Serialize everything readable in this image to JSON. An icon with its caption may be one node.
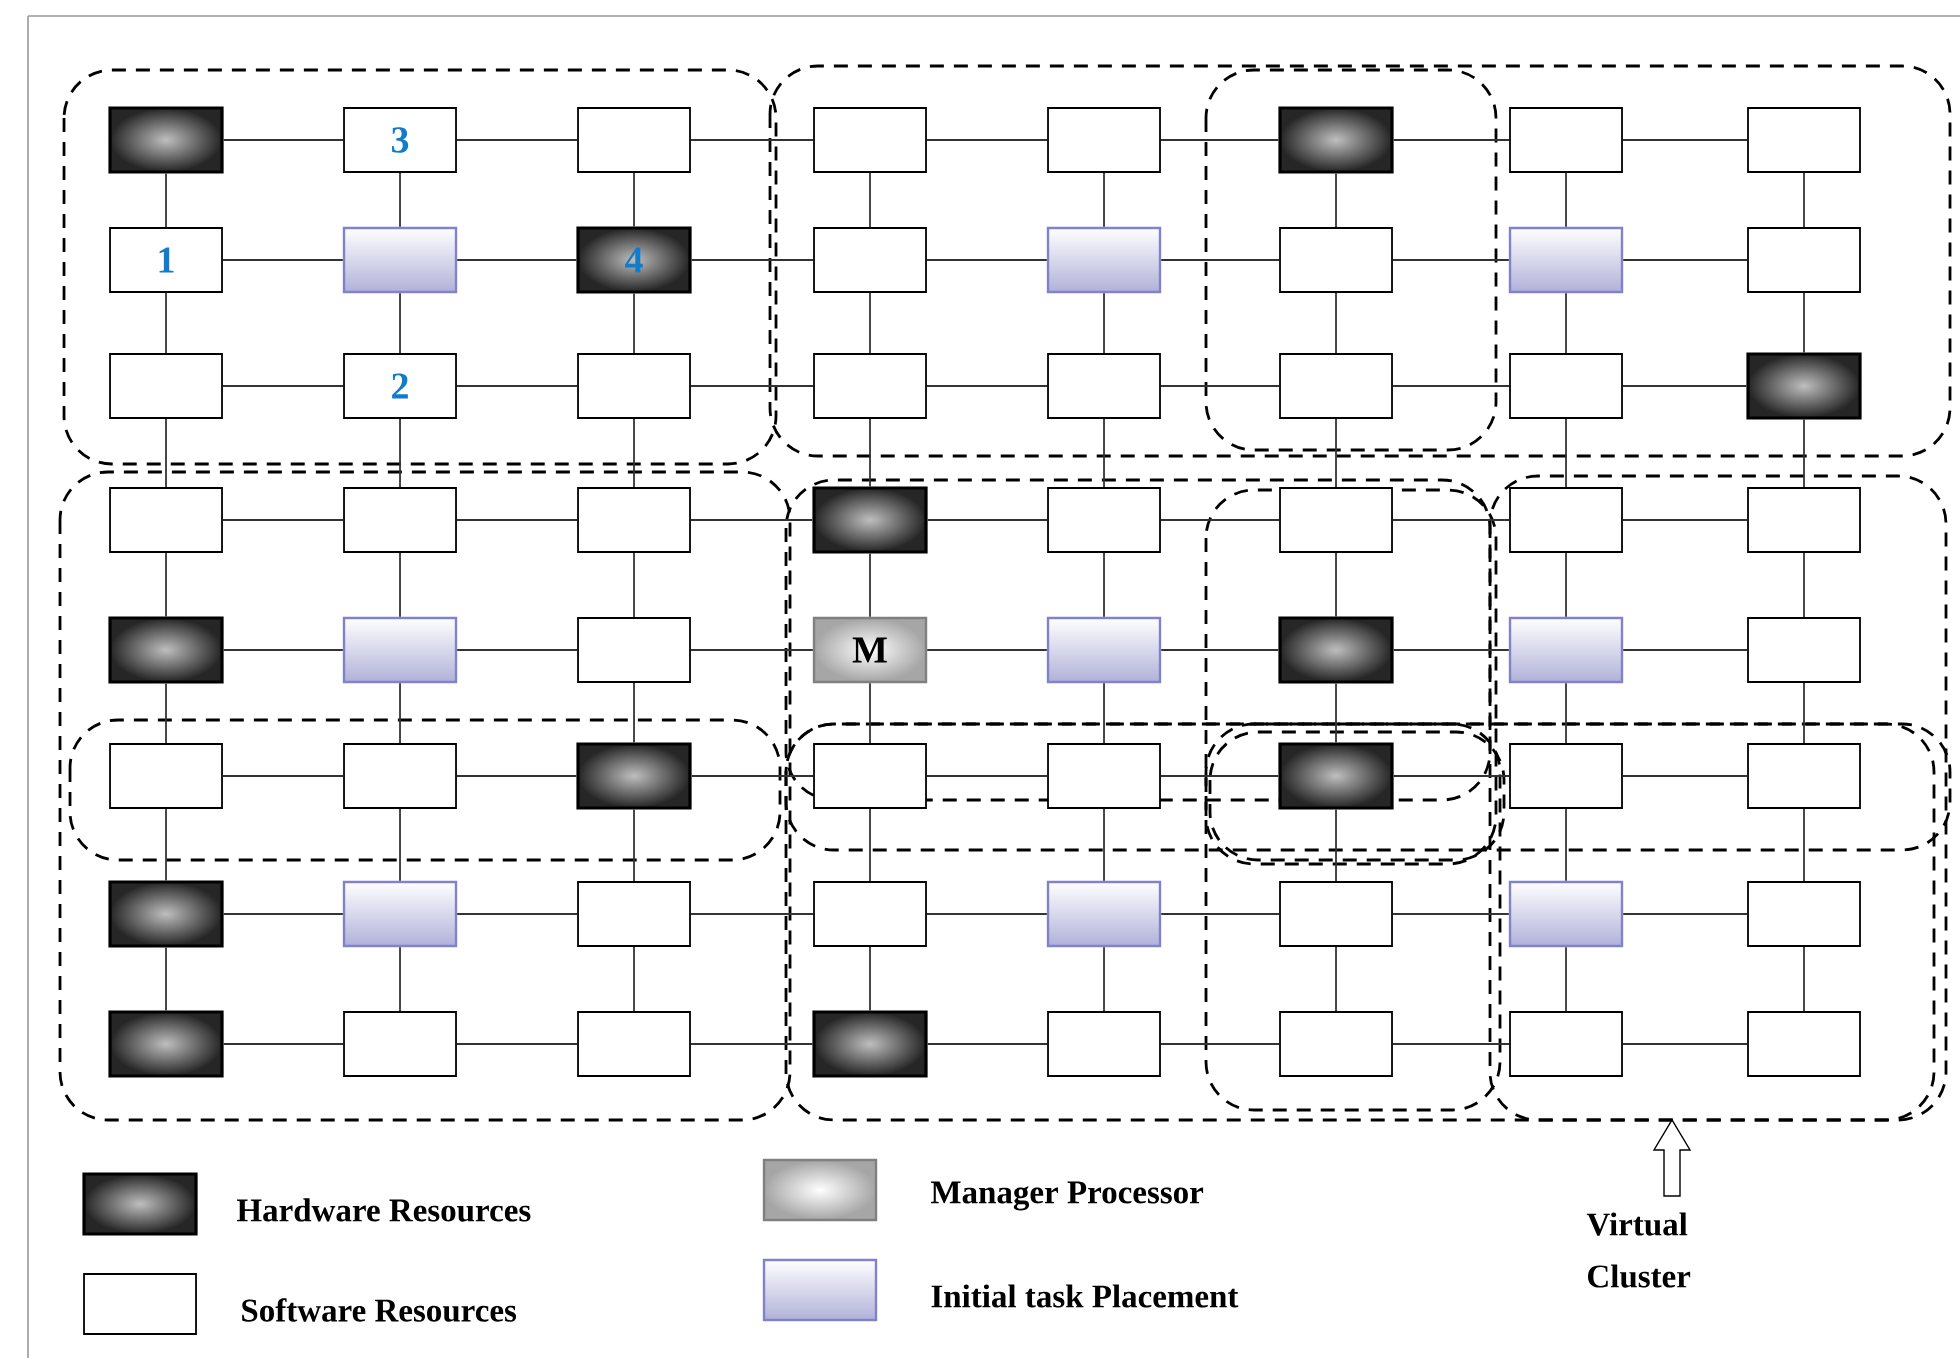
{
  "diagram": {
    "nodes": [
      {
        "text": [],
        "shape": "box"
      },
      {
        "text": [
          "3"
        ]
      },
      {
        "text": [],
        "shape": "box"
      },
      {
        "text": [],
        "shape": "box"
      },
      {
        "text": [],
        "shape": "box"
      },
      {
        "text": [],
        "shape": "box"
      },
      {
        "text": [],
        "shape": "box"
      },
      {
        "text": [],
        "shape": "box"
      },
      {
        "text": [
          "1"
        ]
      },
      {
        "text": [],
        "shape": "box"
      },
      {
        "text": [
          "4"
        ]
      },
      {
        "text": [],
        "shape": "box"
      },
      {
        "text": [],
        "shape": "box"
      },
      {
        "text": [],
        "shape": "box"
      },
      {
        "text": [],
        "shape": "box"
      },
      {
        "text": [],
        "shape": "box"
      },
      {
        "text": [],
        "shape": "box"
      },
      {
        "text": [
          "2"
        ]
      },
      {
        "text": [],
        "shape": "box"
      },
      {
        "text": [],
        "shape": "box"
      },
      {
        "text": [],
        "shape": "box"
      },
      {
        "text": [],
        "shape": "box"
      },
      {
        "text": [],
        "shape": "box"
      },
      {
        "text": [],
        "shape": "box"
      },
      {
        "text": [],
        "shape": "box"
      },
      {
        "text": [],
        "shape": "box"
      },
      {
        "text": [],
        "shape": "box"
      },
      {
        "text": [],
        "shape": "box"
      },
      {
        "text": [],
        "shape": "box"
      },
      {
        "text": [],
        "shape": "box"
      },
      {
        "text": [],
        "shape": "box"
      },
      {
        "text": [],
        "shape": "box"
      },
      {
        "text": [],
        "shape": "box"
      },
      {
        "text": [],
        "shape": "box"
      },
      {
        "text": [],
        "shape": "box"
      },
      {
        "text": [
          "M"
        ]
      },
      {
        "text": [],
        "shape": "box"
      },
      {
        "text": [],
        "shape": "box"
      },
      {
        "text": [],
        "shape": "box"
      },
      {
        "text": [],
        "shape": "box"
      },
      {
        "text": [],
        "shape": "box"
      },
      {
        "text": [],
        "shape": "box"
      },
      {
        "text": [],
        "shape": "box"
      },
      {
        "text": [],
        "shape": "box"
      },
      {
        "text": [],
        "shape": "box"
      },
      {
        "text": [],
        "shape": "box"
      },
      {
        "text": [],
        "shape": "box"
      },
      {
        "text": [],
        "shape": "box"
      },
      {
        "text": [],
        "shape": "box"
      },
      {
        "text": [],
        "shape": "box"
      },
      {
        "text": [],
        "shape": "box"
      },
      {
        "text": [],
        "shape": "box"
      },
      {
        "text": [],
        "shape": "box"
      },
      {
        "text": [],
        "shape": "box"
      },
      {
        "text": [],
        "shape": "box"
      },
      {
        "text": [],
        "shape": "box"
      },
      {
        "text": [],
        "shape": "box"
      },
      {
        "text": [],
        "shape": "box"
      },
      {
        "text": [],
        "shape": "box"
      },
      {
        "text": [],
        "shape": "box"
      },
      {
        "text": [],
        "shape": "box"
      },
      {
        "text": [],
        "shape": "box"
      },
      {
        "text": [],
        "shape": "box"
      },
      {
        "text": [],
        "shape": "box"
      }
    ],
    "edges": [
      {
        "from": 0,
        "to": 1,
        "arrow": "none"
      },
      {
        "from": 1,
        "to": 2,
        "arrow": "none"
      },
      {
        "from": 2,
        "to": 3,
        "arrow": "none"
      },
      {
        "from": 3,
        "to": 4,
        "arrow": "none"
      },
      {
        "from": 4,
        "to": 5,
        "arrow": "none"
      },
      {
        "from": 5,
        "to": 6,
        "arrow": "none"
      },
      {
        "from": 6,
        "to": 7,
        "arrow": "none"
      },
      {
        "from": 8,
        "to": 9,
        "arrow": "none"
      },
      {
        "from": 9,
        "to": 10,
        "arrow": "none"
      },
      {
        "from": 10,
        "to": 11,
        "arrow": "none"
      },
      {
        "from": 11,
        "to": 12,
        "arrow": "none"
      },
      {
        "from": 12,
        "to": 13,
        "arrow": "none"
      },
      {
        "from": 13,
        "to": 14,
        "arrow": "none"
      },
      {
        "from": 14,
        "to": 15,
        "arrow": "none"
      },
      {
        "from": 16,
        "to": 17,
        "arrow": "none"
      },
      {
        "from": 17,
        "to": 18,
        "arrow": "none"
      },
      {
        "from": 18,
        "to": 19,
        "arrow": "none"
      },
      {
        "from": 19,
        "to": 20,
        "arrow": "none"
      },
      {
        "from": 20,
        "to": 21,
        "arrow": "none"
      },
      {
        "from": 21,
        "to": 22,
        "arrow": "none"
      },
      {
        "from": 22,
        "to": 23,
        "arrow": "none"
      },
      {
        "from": 24,
        "to": 25,
        "arrow": "none"
      },
      {
        "from": 25,
        "to": 26,
        "arrow": "none"
      },
      {
        "from": 26,
        "to": 27,
        "arrow": "none"
      },
      {
        "from": 27,
        "to": 28,
        "arrow": "none"
      },
      {
        "from": 28,
        "to": 29,
        "arrow": "none"
      },
      {
        "from": 29,
        "to": 30,
        "arrow": "none"
      },
      {
        "from": 30,
        "to": 31,
        "arrow": "none"
      },
      {
        "from": 32,
        "to": 33,
        "arrow": "none"
      },
      {
        "from": 33,
        "to": 34,
        "arrow": "none"
      },
      {
        "from": 34,
        "to": 35,
        "arrow": "none"
      },
      {
        "from": 35,
        "to": 36,
        "arrow": "none"
      },
      {
        "from": 36,
        "to": 37,
        "arrow": "none"
      },
      {
        "from": 37,
        "to": 38,
        "arrow": "none"
      },
      {
        "from": 38,
        "to": 39,
        "arrow": "none"
      },
      {
        "from": 40,
        "to": 41,
        "arrow": "none"
      },
      {
        "from": 41,
        "to": 42,
        "arrow": "none"
      },
      {
        "from": 42,
        "to": 43,
        "arrow": "none"
      },
      {
        "from": 43,
        "to": 44,
        "arrow": "none"
      },
      {
        "from": 44,
        "to": 45,
        "arrow": "none"
      },
      {
        "from": 45,
        "to": 46,
        "arrow": "none"
      },
      {
        "from": 46,
        "to": 47,
        "arrow": "none"
      },
      {
        "from": 48,
        "to": 49,
        "arrow": "none"
      },
      {
        "from": 49,
        "to": 50,
        "arrow": "none"
      },
      {
        "from": 50,
        "to": 51,
        "arrow": "none"
      },
      {
        "from": 51,
        "to": 52,
        "arrow": "none"
      },
      {
        "from": 52,
        "to": 53,
        "arrow": "none"
      },
      {
        "from": 53,
        "to": 54,
        "arrow": "none"
      },
      {
        "from": 54,
        "to": 55,
        "arrow": "none"
      },
      {
        "from": 56,
        "to": 57,
        "arrow": "none"
      },
      {
        "from": 57,
        "to": 58,
        "arrow": "none"
      },
      {
        "from": 58,
        "to": 59,
        "arrow": "none"
      },
      {
        "from": 59,
        "to": 60,
        "arrow": "none"
      },
      {
        "from": 60,
        "to": 61,
        "arrow": "none"
      },
      {
        "from": 61,
        "to": 62,
        "arrow": "none"
      },
      {
        "from": 62,
        "to": 63,
        "arrow": "none"
      },
      {
        "from": 0,
        "to": 8,
        "arrow": "none"
      },
      {
        "from": 8,
        "to": 16,
        "arrow": "none"
      },
      {
        "from": 16,
        "to": 24,
        "arrow": "none"
      },
      {
        "from": 24,
        "to": 32,
        "arrow": "none"
      },
      {
        "from": 32,
        "to": 40,
        "arrow": "none"
      },
      {
        "from": 40,
        "to": 48,
        "arrow": "none"
      },
      {
        "from": 48,
        "to": 56,
        "arrow": "none"
      },
      {
        "from": 1,
        "to": 9,
        "arrow": "none"
      },
      {
        "from": 9,
        "to": 17,
        "arrow": "none"
      },
      {
        "from": 17,
        "to": 25,
        "arrow": "none"
      },
      {
        "from": 25,
        "to": 33,
        "arrow": "none"
      },
      {
        "from": 33,
        "to": 41,
        "arrow": "none"
      },
      {
        "from": 41,
        "to": 49,
        "arrow": "none"
      },
      {
        "from": 49,
        "to": 57,
        "arrow": "none"
      },
      {
        "from": 2,
        "to": 10,
        "arrow": "none"
      },
      {
        "from": 10,
        "to": 18,
        "arrow": "none"
      },
      {
        "from": 18,
        "to": 26,
        "arrow": "none"
      },
      {
        "from": 26,
        "to": 34,
        "arrow": "none"
      },
      {
        "from": 34,
        "to": 42,
        "arrow": "none"
      },
      {
        "from": 42,
        "to": 50,
        "arrow": "none"
      },
      {
        "from": 50,
        "to": 58,
        "arrow": "none"
      },
      {
        "from": 3,
        "to": 11,
        "arrow": "none"
      },
      {
        "from": 11,
        "to": 19,
        "arrow": "none"
      },
      {
        "from": 19,
        "to": 27,
        "arrow": "none"
      },
      {
        "from": 27,
        "to": 35,
        "arrow": "none"
      },
      {
        "from": 35,
        "to": 43,
        "arrow": "none"
      },
      {
        "from": 43,
        "to": 51,
        "arrow": "none"
      },
      {
        "from": 51,
        "to": 59,
        "arrow": "none"
      },
      {
        "from": 4,
        "to": 12,
        "arrow": "none"
      },
      {
        "from": 12,
        "to": 20,
        "arrow": "none"
      },
      {
        "from": 20,
        "to": 28,
        "arrow": "none"
      },
      {
        "from": 28,
        "to": 36,
        "arrow": "none"
      },
      {
        "from": 36,
        "to": 44,
        "arrow": "none"
      },
      {
        "from": 44,
        "to": 52,
        "arrow": "none"
      },
      {
        "from": 52,
        "to": 60,
        "arrow": "none"
      },
      {
        "from": 5,
        "to": 13,
        "arrow": "none"
      },
      {
        "from": 13,
        "to": 21,
        "arrow": "none"
      },
      {
        "from": 21,
        "to": 29,
        "arrow": "none"
      },
      {
        "from": 29,
        "to": 37,
        "arrow": "none"
      },
      {
        "from": 37,
        "to": 45,
        "arrow": "none"
      },
      {
        "from": 45,
        "to": 53,
        "arrow": "none"
      },
      {
        "from": 53,
        "to": 61,
        "arrow": "none"
      },
      {
        "from": 6,
        "to": 14,
        "arrow": "none"
      },
      {
        "from": 14,
        "to": 22,
        "arrow": "none"
      },
      {
        "from": 22,
        "to": 30,
        "arrow": "none"
      },
      {
        "from": 30,
        "to": 38,
        "arrow": "none"
      },
      {
        "from": 38,
        "to": 46,
        "arrow": "none"
      },
      {
        "from": 46,
        "to": 54,
        "arrow": "none"
      },
      {
        "from": 54,
        "to": 62,
        "arrow": "none"
      },
      {
        "from": 7,
        "to": 15,
        "arrow": "none"
      },
      {
        "from": 15,
        "to": 23,
        "arrow": "none"
      },
      {
        "from": 23,
        "to": 31,
        "arrow": "none"
      },
      {
        "from": 31,
        "to": 39,
        "arrow": "none"
      },
      {
        "from": 39,
        "to": 47,
        "arrow": "none"
      },
      {
        "from": 47,
        "to": 55,
        "arrow": "none"
      },
      {
        "from": 55,
        "to": 63,
        "arrow": "none"
      }
    ],
    "labels": [
      "Virtual Cluster"
    ],
    "legend": [
      {
        "text": "Hardware Resources"
      },
      {
        "text": "Software Resources"
      },
      {
        "text": "Manager Processor"
      },
      {
        "text": "Initial task Placement"
      }
    ]
  }
}
